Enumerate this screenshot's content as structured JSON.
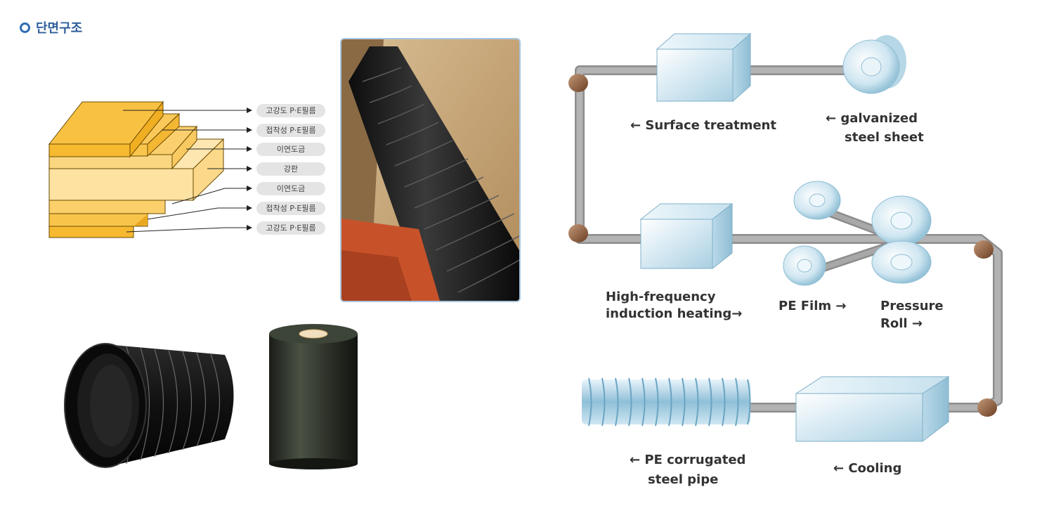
{
  "header": {
    "title": "단면구조"
  },
  "layers": [
    "고강도 P·E필름",
    "접착성 P·E필름",
    "이연도금",
    "강판",
    "이연도금",
    "접착성 P·E필름",
    "고강도 P·E필름"
  ],
  "process": {
    "surface_treatment": "← Surface treatment",
    "galvanized_line1": "← galvanized",
    "galvanized_line2": "steel sheet",
    "hf_line1": "High-frequency",
    "hf_line2": "induction heating→",
    "pe_film": "PE Film →",
    "pressure_line1": "Pressure",
    "pressure_line2": "Roll →",
    "corrugated_line1": "← PE corrugated",
    "corrugated_line2": "steel pipe",
    "cooling": "← Cooling"
  },
  "colors": {
    "accent": "#2f6db3",
    "layer_dark": "#f6b930",
    "layer_mid": "#fbcd58",
    "layer_light": "#fde2a2"
  }
}
